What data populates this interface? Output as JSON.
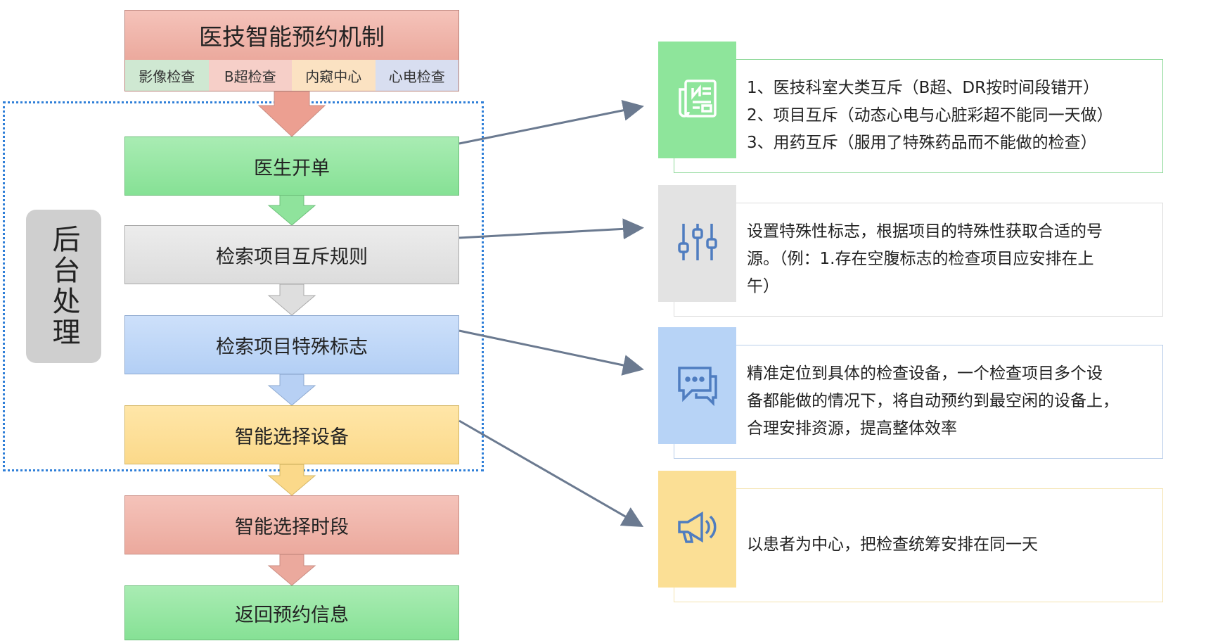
{
  "header": {
    "title": "医技智能预约机制",
    "tabs": [
      {
        "label": "影像检查",
        "color": "#cfe8d2"
      },
      {
        "label": "B超检查",
        "color": "#f6cfc8"
      },
      {
        "label": "内窥中心",
        "color": "#fbe2c2"
      },
      {
        "label": "心电检查",
        "color": "#d8def0"
      }
    ]
  },
  "backend_label": "后台处理",
  "steps": [
    {
      "label": "医生开单",
      "color": "green"
    },
    {
      "label": "检索项目互斥规则",
      "color": "gray"
    },
    {
      "label": "检索项目特殊标志",
      "color": "blue"
    },
    {
      "label": "智能选择设备",
      "color": "yellow"
    },
    {
      "label": "智能选择时段",
      "color": "pink"
    },
    {
      "label": "返回预约信息",
      "color": "green"
    }
  ],
  "cards": [
    {
      "icon": "newspaper-icon",
      "accent": "#8ee59b",
      "border": "#8fd99a",
      "lines": [
        "1、医技科室大类互斥（B超、DR按时间段错开）",
        "2、项目互斥（动态心电与心脏彩超不能同一天做）",
        "3、用药互斥（服用了特殊药品而不能做的检查）"
      ]
    },
    {
      "icon": "sliders-icon",
      "accent": "#e3e3e3",
      "border": "#dddddd",
      "lines": [
        "设置特殊性标志，根据项目的特殊性获取合适的号",
        "源。（例：1.存在空腹标志的检查项目应安排在上",
        "午）"
      ]
    },
    {
      "icon": "chat-icon",
      "accent": "#b7d3f6",
      "border": "#b8cde9",
      "lines": [
        "精准定位到具体的检查设备，一个检查项目多个设",
        "备都能做的情况下，将自动预约到最空闲的设备上，",
        "合理安排资源，提高整体效率"
      ]
    },
    {
      "icon": "megaphone-icon",
      "accent": "#fbdf95",
      "border": "#f5e3b0",
      "lines": [
        "以患者为中心，把检查统筹安排在同一天"
      ]
    }
  ],
  "colors": {
    "icon_stroke": "#4f7dc0",
    "connector": "#6b7a90",
    "dotted_border": "#2f7fd8"
  }
}
